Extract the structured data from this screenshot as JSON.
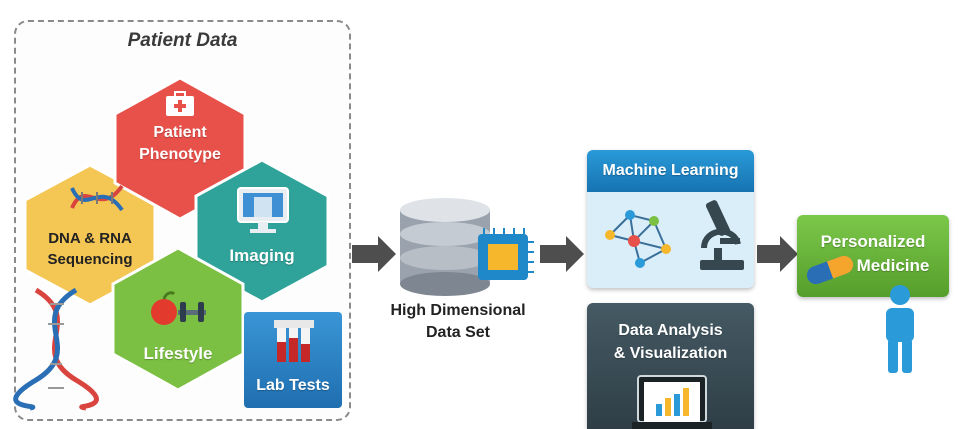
{
  "patient_data": {
    "title": "Patient Data",
    "phenotype_line1": "Patient",
    "phenotype_line2": "Phenotype",
    "dna_line1": "DNA & RNA",
    "dna_line2": "Sequencing",
    "imaging": "Imaging",
    "lifestyle": "Lifestyle",
    "lab_tests": "Lab Tests"
  },
  "dataset": {
    "line1": "High Dimensional",
    "line2": "Data Set"
  },
  "machine_learning": {
    "title": "Machine Learning"
  },
  "data_analysis": {
    "line1": "Data Analysis",
    "line2": "& Visualization"
  },
  "personalized": {
    "line1": "Personalized",
    "line2": "Medicine"
  },
  "icons": {
    "phenotype": "medical-kit-icon",
    "imaging": "monitor-icon",
    "dna": "dna-helix-icon",
    "lifestyle": "fruit-dumbbell-icon",
    "lab": "test-tubes-icon",
    "database": "database-chip-icon",
    "network": "neural-network-icon",
    "microscope": "microscope-icon",
    "chart": "bar-chart-laptop-icon",
    "pill": "pill-icon",
    "person": "person-icon"
  },
  "colors": {
    "phenotype": "#e8504a",
    "imaging": "#2fa39a",
    "dna": "#f2c14e",
    "lifestyle": "#7bc043",
    "lab": "#2e86c9",
    "ml_header": "#1e88c8",
    "analysis": "#37474f",
    "personalized": "#6bb83a"
  }
}
